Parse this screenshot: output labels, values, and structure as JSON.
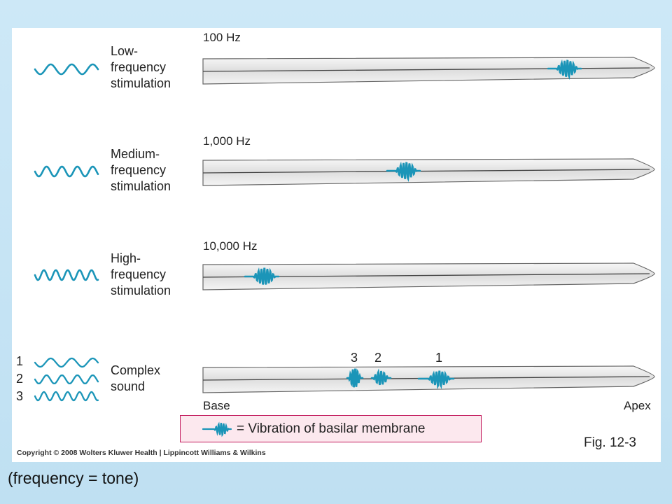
{
  "rows": [
    {
      "label_lines": [
        "Low-",
        "frequency",
        "stimulation"
      ],
      "frequency": "100 Hz"
    },
    {
      "label_lines": [
        "Medium-",
        "frequency",
        "stimulation"
      ],
      "frequency": "1,000 Hz"
    },
    {
      "label_lines": [
        "High-",
        "frequency",
        "stimulation"
      ],
      "frequency": "10,000 Hz"
    },
    {
      "label_lines": [
        "Complex",
        "sound"
      ],
      "frequency": ""
    }
  ],
  "complex_wave_numbers": [
    "1",
    "2",
    "3"
  ],
  "complex_peak_numbers": [
    "3",
    "2",
    "1"
  ],
  "axis": {
    "base": "Base",
    "apex": "Apex"
  },
  "legend": {
    "text": "= Vibration of basilar membrane"
  },
  "copyright": "Copyright © 2008 Wolters Kluwer Health | Lippincott Williams & Wilkins",
  "figure_id": "Fig. 12-3",
  "caption": "(frequency = tone)",
  "colors": {
    "wave": "#1b95b8",
    "membrane_fill": "#e9e9e9",
    "membrane_stroke": "#555555",
    "legend_border": "#c2185b",
    "legend_bg": "#fce8ee"
  }
}
